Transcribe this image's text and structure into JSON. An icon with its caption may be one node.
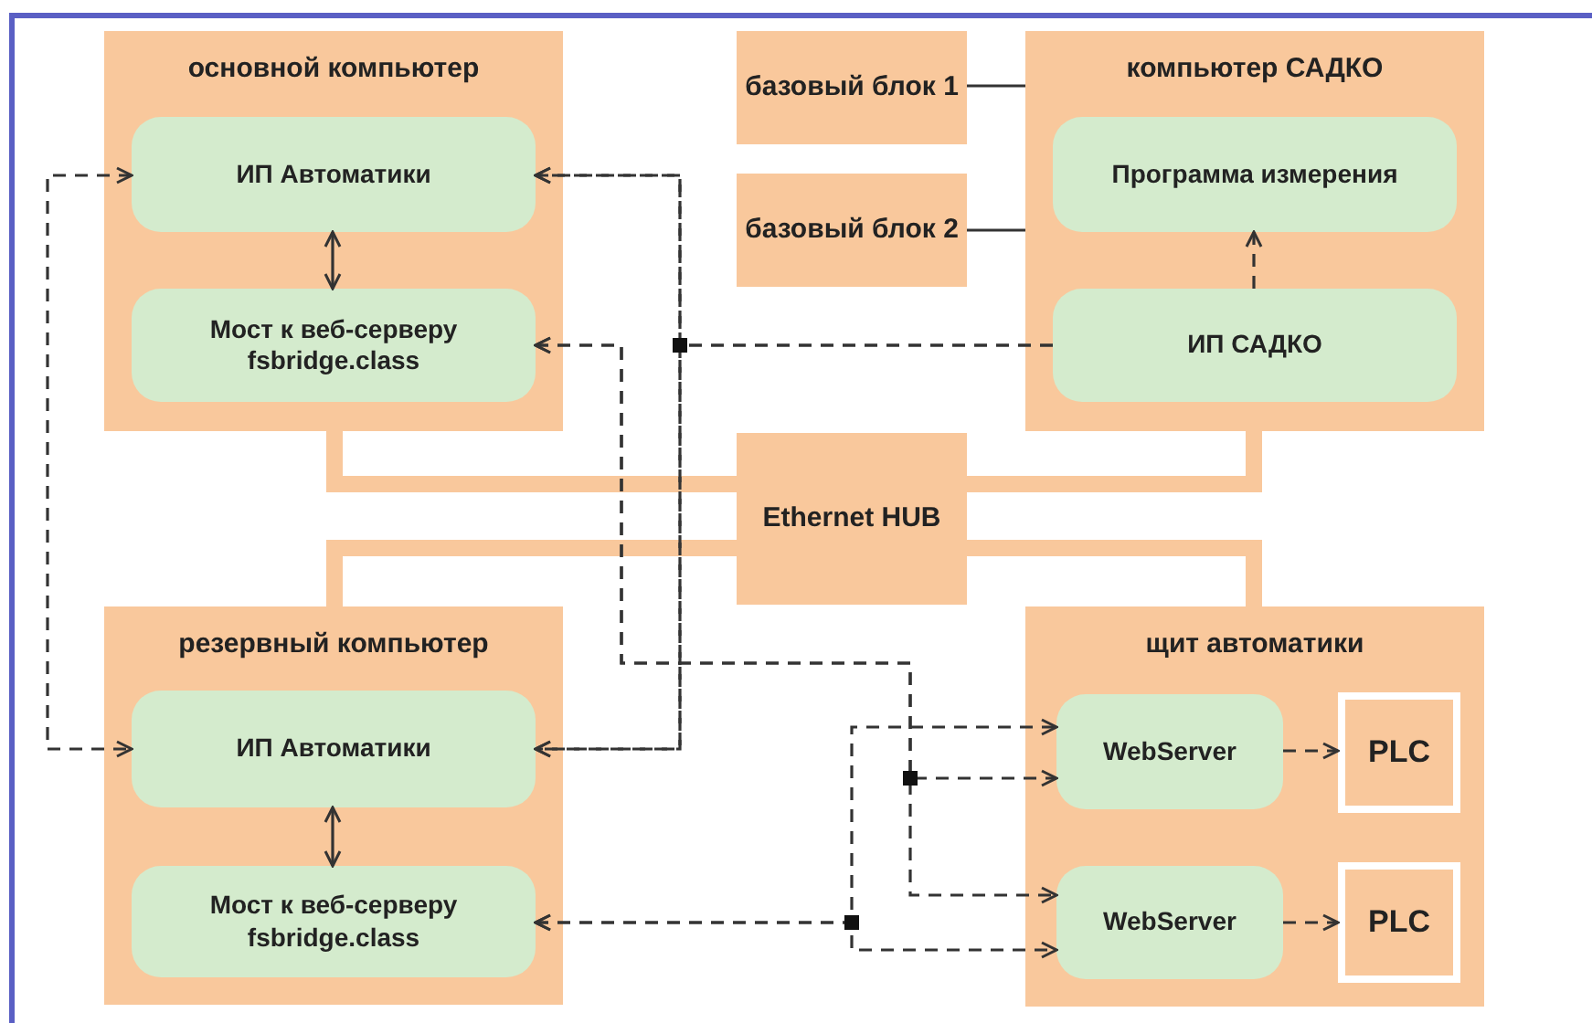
{
  "diagram": {
    "nodes": [
      {
        "text": [
          "основной компьютер"
        ]
      },
      {
        "text": [
          "ИП Автоматики"
        ],
        "in": 0
      },
      {
        "text": [
          "Мост  к веб-серверу fsbridge.class"
        ],
        "in": 0
      },
      {
        "text": [
          "базовый блок 1"
        ]
      },
      {
        "text": [
          "базовый блок 2"
        ]
      },
      {
        "text": [
          "компьютер САДКО"
        ]
      },
      {
        "text": [
          "Программа измерения"
        ],
        "in": 5
      },
      {
        "text": [
          "ИП САДКО"
        ],
        "in": 5
      },
      {
        "text": [
          "Ethernet HUB"
        ]
      },
      {
        "text": [
          "резервный компьютер"
        ]
      },
      {
        "text": [
          "ИП Автоматики"
        ],
        "in": 9
      },
      {
        "text": [
          "Мост  к веб-серверу fsbridge.class"
        ],
        "in": 9
      },
      {
        "text": [
          "щит автоматики"
        ]
      },
      {
        "text": [
          "WebServer"
        ],
        "in": 12
      },
      {
        "text": [
          "PLC"
        ],
        "in": 12
      },
      {
        "text": [
          "WebServer"
        ],
        "in": 12
      },
      {
        "text": [
          "PLC"
        ],
        "in": 12
      }
    ],
    "edges": [
      {
        "from": 1,
        "to": 2,
        "arrow": "both"
      },
      {
        "from": 10,
        "to": 11,
        "arrow": "both"
      },
      {
        "from": 7,
        "to": 6,
        "arrow": "to",
        "style": "dashed"
      },
      {
        "from": 3,
        "to": 5,
        "arrow": "none"
      },
      {
        "from": 4,
        "to": 5,
        "arrow": "none"
      },
      {
        "from": 0,
        "to": 8,
        "arrow": "none",
        "style": "thick",
        "color": "#f9c89c"
      },
      {
        "from": 5,
        "to": 8,
        "arrow": "none",
        "style": "thick",
        "color": "#f9c89c"
      },
      {
        "from": 9,
        "to": 8,
        "arrow": "none",
        "style": "thick",
        "color": "#f9c89c"
      },
      {
        "from": 12,
        "to": 8,
        "arrow": "none",
        "style": "thick",
        "color": "#f9c89c"
      },
      {
        "from": 1,
        "to": 10,
        "arrow": "both",
        "style": "dashed"
      },
      {
        "from": 1,
        "to": 10,
        "arrow": "both",
        "style": "dashed"
      },
      {
        "from": 7,
        "to": 1,
        "arrow": "to",
        "style": "dashed"
      },
      {
        "from": 7,
        "to": 10,
        "arrow": "to",
        "style": "dashed"
      },
      {
        "from": 2,
        "to": 13,
        "arrow": "both",
        "style": "dashed"
      },
      {
        "from": 2,
        "to": 15,
        "arrow": "both",
        "style": "dashed"
      },
      {
        "from": 11,
        "to": 13,
        "arrow": "both",
        "style": "dashed"
      },
      {
        "from": 11,
        "to": 15,
        "arrow": "both",
        "style": "dashed"
      },
      {
        "from": 13,
        "to": 14,
        "arrow": "to",
        "style": "dashed"
      },
      {
        "from": 15,
        "to": 16,
        "arrow": "to",
        "style": "dashed"
      }
    ]
  }
}
